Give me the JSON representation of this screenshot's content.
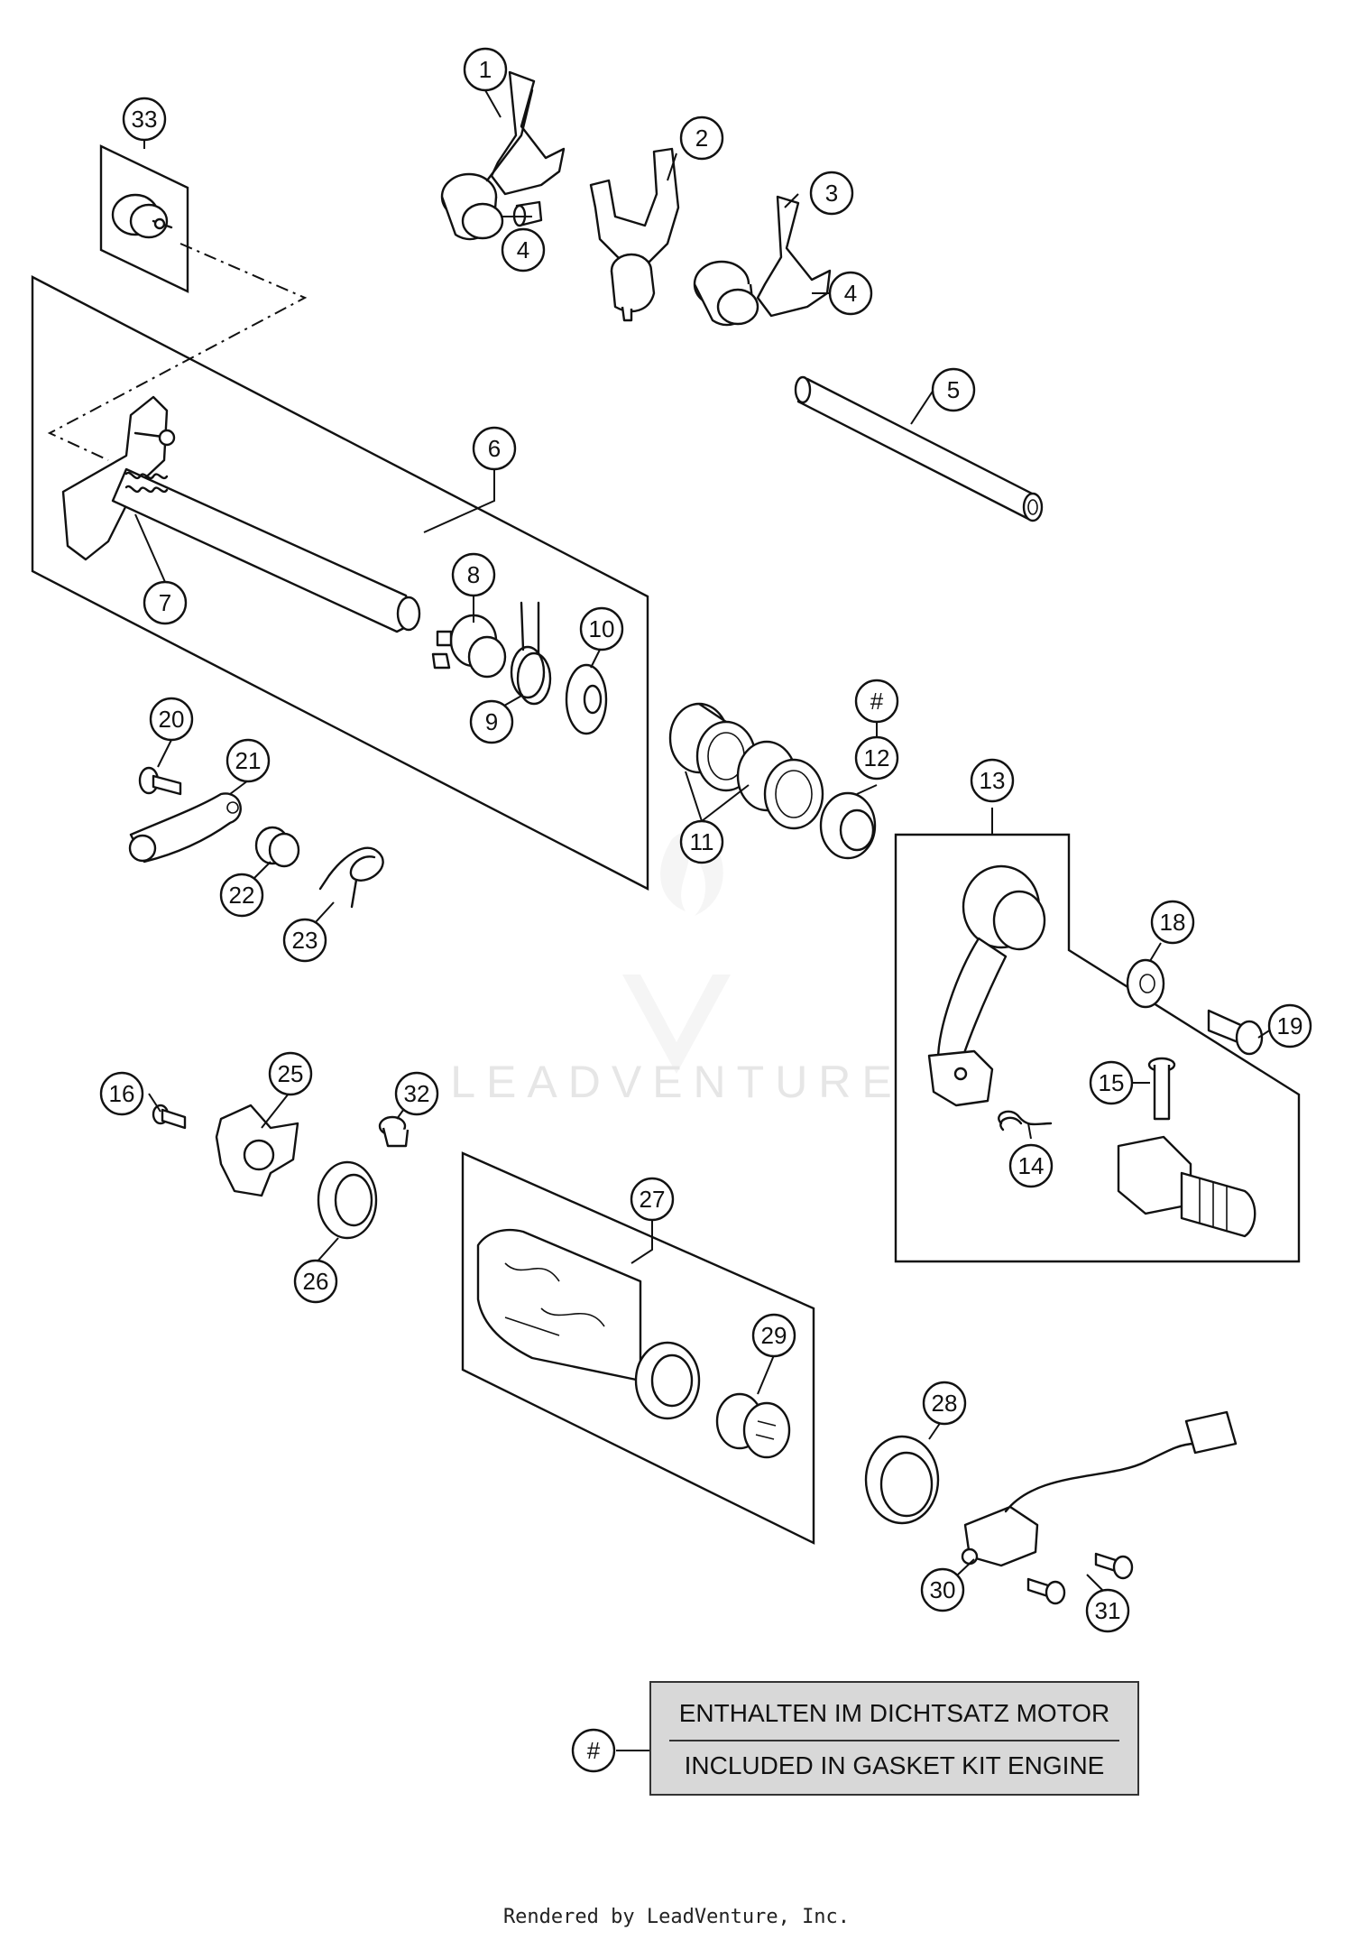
{
  "callouts": [
    "1",
    "2",
    "3",
    "4",
    "4",
    "5",
    "6",
    "7",
    "8",
    "9",
    "10",
    "#",
    "12",
    "11",
    "13",
    "18",
    "19",
    "15",
    "14",
    "20",
    "21",
    "22",
    "23",
    "16",
    "25",
    "32",
    "26",
    "27",
    "29",
    "28",
    "30",
    "31",
    "33"
  ],
  "legend": {
    "symbol": "#",
    "line_de": "ENTHALTEN IM DICHTSATZ MOTOR",
    "line_en": "INCLUDED IN GASKET KIT ENGINE"
  },
  "watermark": "LEADVENTURE",
  "footer": "Rendered by LeadVenture, Inc."
}
